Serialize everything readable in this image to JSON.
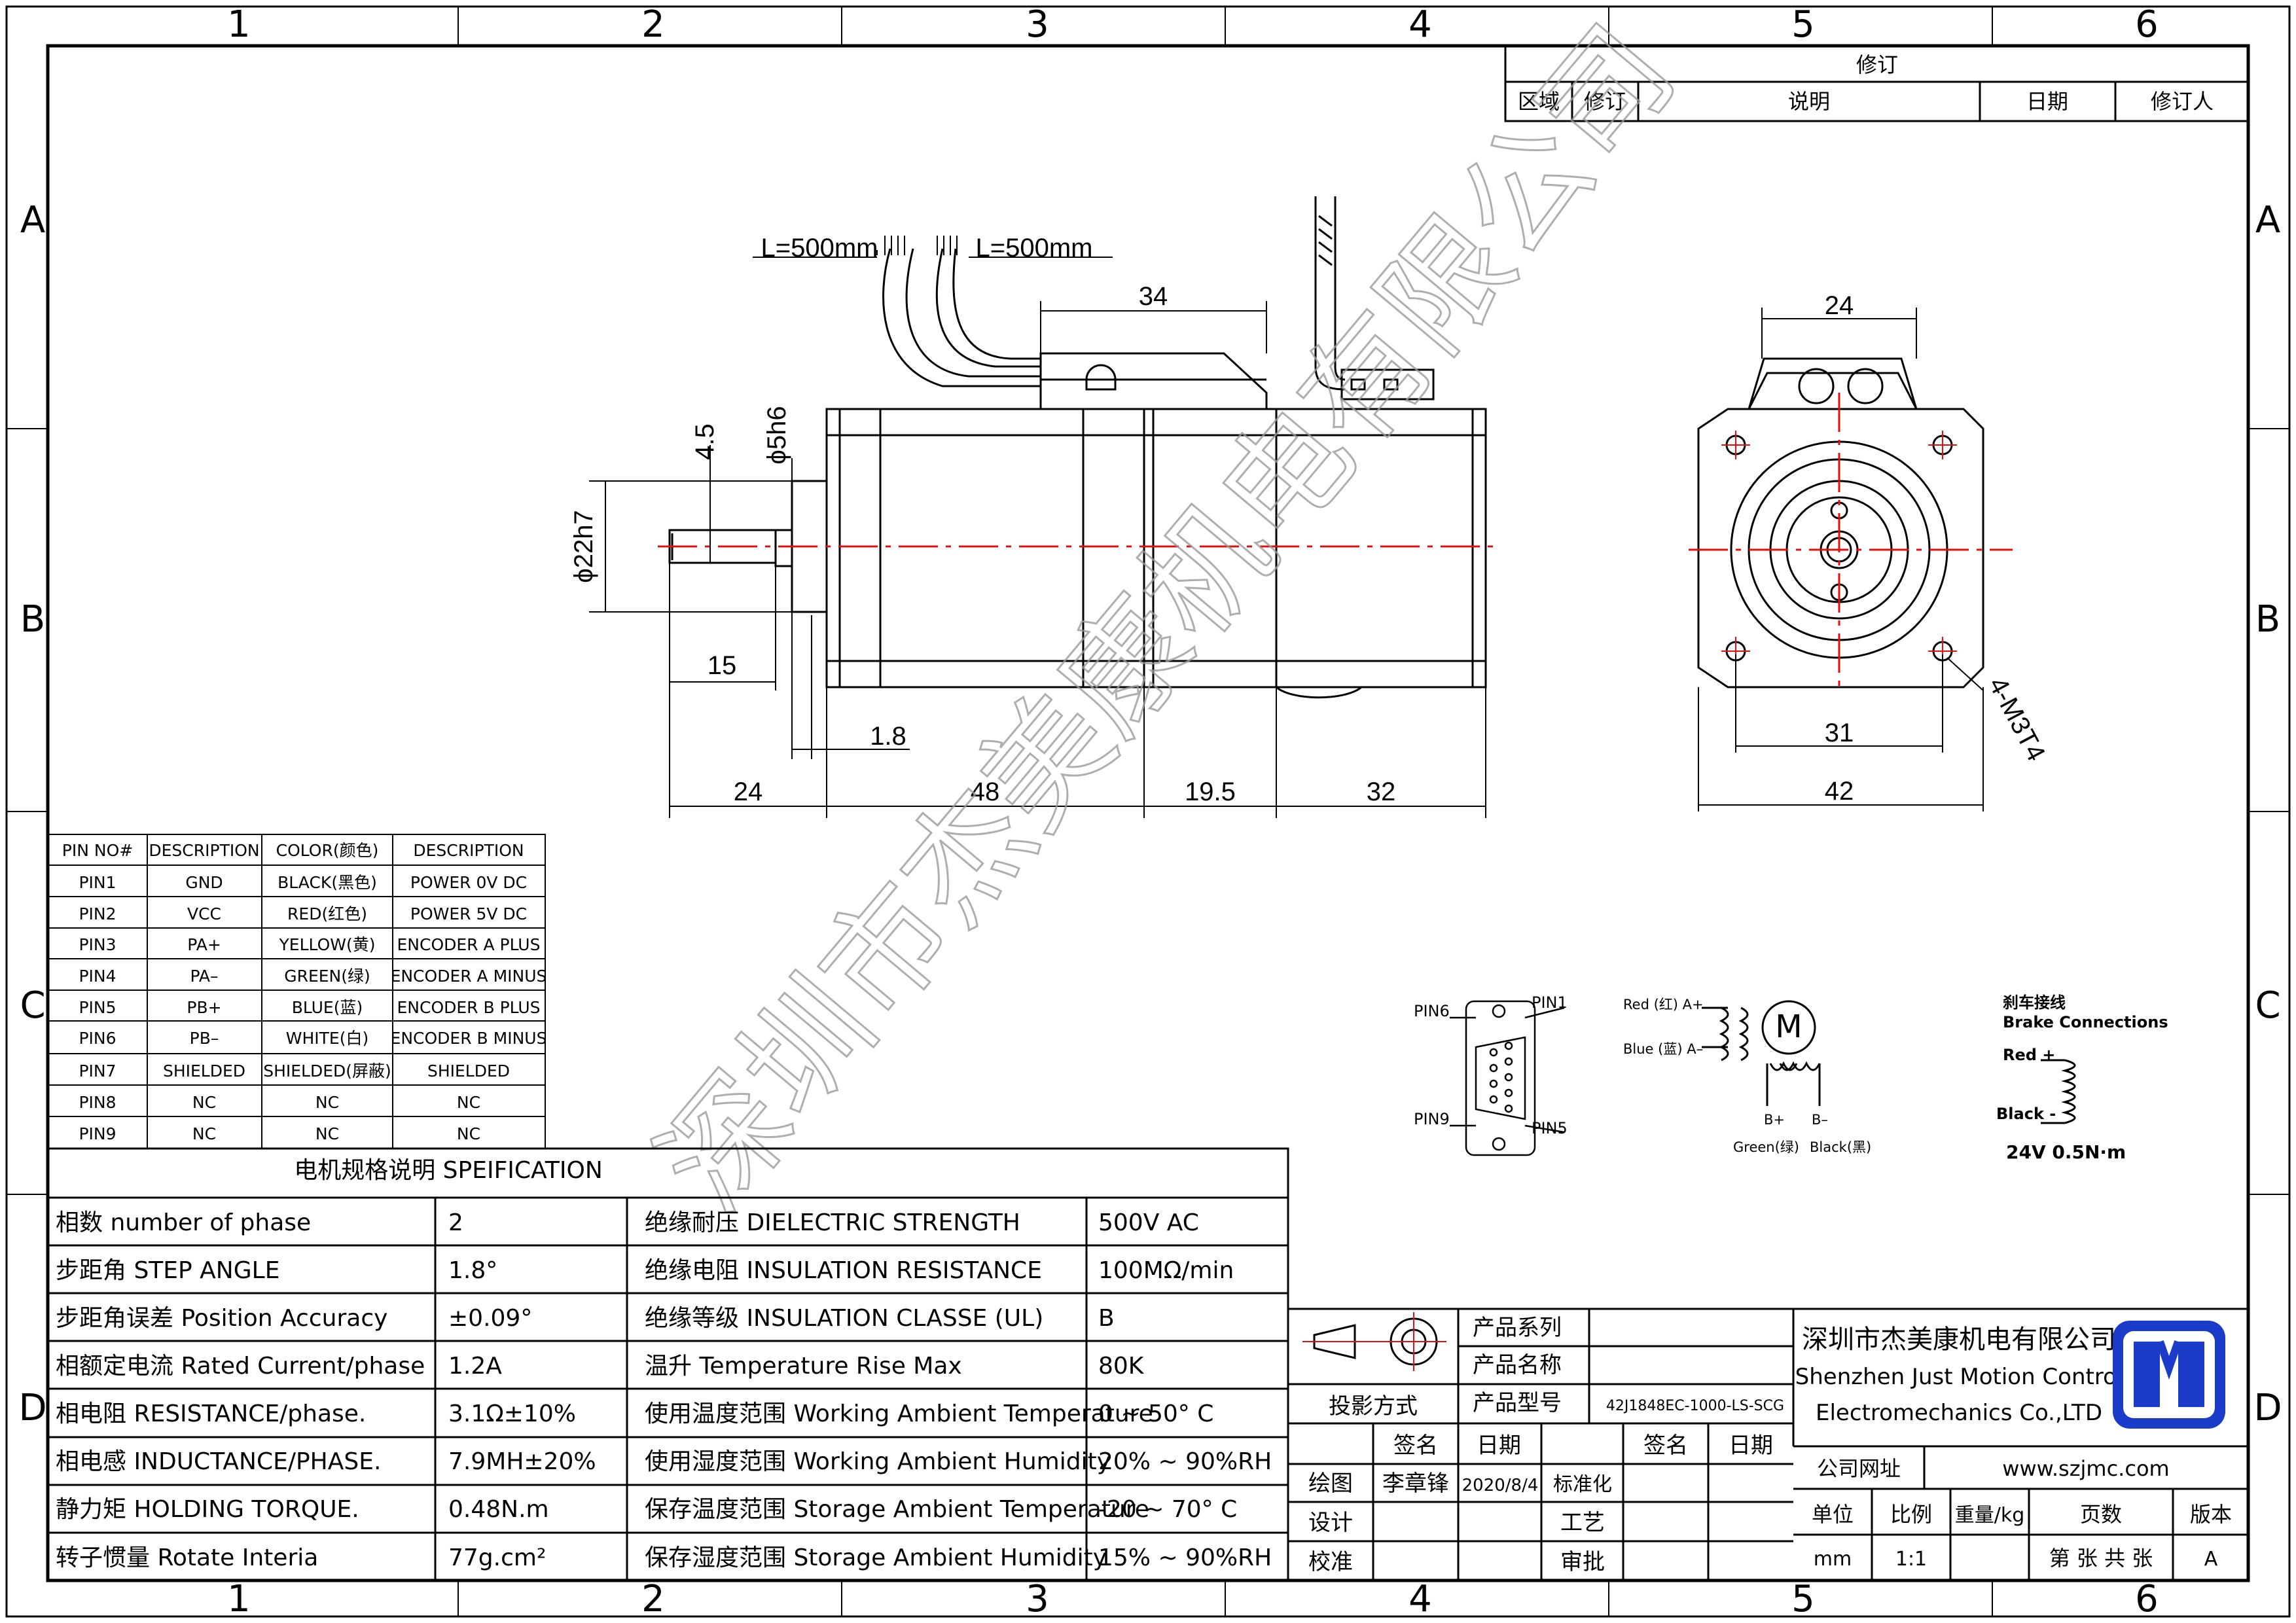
{
  "zones": {
    "cols": [
      "1",
      "2",
      "3",
      "4",
      "5",
      "6"
    ],
    "rows": [
      "A",
      "B",
      "C",
      "D"
    ]
  },
  "revision": {
    "title": "修订",
    "headers": [
      "区域",
      "修订",
      "说明",
      "日期",
      "修订人"
    ]
  },
  "side_view": {
    "lead_length_left": "L=500mm",
    "lead_length_right": "L=500mm",
    "dim_34": "34",
    "dim_4_5": "4.5",
    "dim_shaft_d": "ϕ5h6",
    "dim_pilot_d": "ϕ22h7",
    "dim_15": "15",
    "dim_1_8": "1.8",
    "dim_24": "24",
    "dim_48": "48",
    "dim_19_5": "19.5",
    "dim_32": "32"
  },
  "front_view": {
    "dim_24": "24",
    "dim_31": "31",
    "dim_42": "42",
    "hole_note": "4-M3T4"
  },
  "watermark": "深圳市杰美康机电有限公司",
  "pin_table": {
    "headers": [
      "PIN NO#",
      "DESCRIPTION",
      "COLOR(颜色)",
      "DESCRIPTION"
    ],
    "rows": [
      [
        "PIN1",
        "GND",
        "BLACK(黑色)",
        "POWER 0V DC"
      ],
      [
        "PIN2",
        "VCC",
        "RED(红色)",
        "POWER 5V DC"
      ],
      [
        "PIN3",
        "PA+",
        "YELLOW(黄)",
        "ENCODER A PLUS"
      ],
      [
        "PIN4",
        "PA–",
        "GREEN(绿)",
        "ENCODER A MINUS"
      ],
      [
        "PIN5",
        "PB+",
        "BLUE(蓝)",
        "ENCODER B PLUS"
      ],
      [
        "PIN6",
        "PB–",
        "WHITE(白)",
        "ENCODER B MINUS"
      ],
      [
        "PIN7",
        "SHIELDED",
        "SHIELDED(屏蔽)",
        "SHIELDED"
      ],
      [
        "PIN8",
        "NC",
        "NC",
        "NC"
      ],
      [
        "PIN9",
        "NC",
        "NC",
        "NC"
      ]
    ]
  },
  "connector": {
    "pin6": "PIN6",
    "pin1": "PIN1",
    "pin9": "PIN9",
    "pin5": "PIN5"
  },
  "motor_wiring": {
    "red": "Red (红) A+",
    "blue": "Blue (蓝) A–",
    "motor": "M",
    "b_plus": "B+",
    "b_minus": "B–",
    "green": "Green(绿)",
    "black": "Black(黑)"
  },
  "brake": {
    "title_cn": "刹车接线",
    "title_en": "Brake Connections",
    "red": "Red +",
    "black": "Black -",
    "rating": "24V  0.5N·m"
  },
  "spec": {
    "title": "电机规格说明 SPEIFICATION",
    "left": [
      {
        "label": "相数 number of phase",
        "value": "2"
      },
      {
        "label": "步距角 STEP ANGLE",
        "value": "1.8°"
      },
      {
        "label": "步距角误差 Position Accuracy",
        "value": "±0.09°"
      },
      {
        "label": "相额定电流 Rated Current/phase",
        "value": "1.2A"
      },
      {
        "label": "相电阻 RESISTANCE/phase.",
        "value": "3.1Ω±10%"
      },
      {
        "label": "相电感 INDUCTANCE/PHASE.",
        "value": "7.9MH±20%"
      },
      {
        "label": "静力矩 HOLDING TORQUE.",
        "value": "0.48N.m"
      },
      {
        "label": "转子惯量 Rotate Interia",
        "value": "77g.cm²"
      }
    ],
    "right": [
      {
        "label": "绝缘耐压 DIELECTRIC STRENGTH",
        "value": "500V AC"
      },
      {
        "label": "绝缘电阻 INSULATION RESISTANCE",
        "value": "100MΩ/min"
      },
      {
        "label": "绝缘等级 INSULATION CLASSE (UL)",
        "value": "B"
      },
      {
        "label": "温升 Temperature Rise Max",
        "value": "80K"
      },
      {
        "label": "使用温度范围 Working Ambient Temperature",
        "value": "0 ~ 50° C"
      },
      {
        "label": "使用湿度范围 Working Ambient Humidity",
        "value": "20% ~ 90%RH"
      },
      {
        "label": "保存温度范围 Storage Ambient Temperature",
        "value": "-20 ~ 70° C"
      },
      {
        "label": "保存湿度范围 Storage Ambient Humidity",
        "value": "15% ~ 90%RH"
      }
    ]
  },
  "title_block": {
    "series_label": "产品系列",
    "name_label": "产品名称",
    "model_label": "产品型号",
    "model_value": "42J1848EC-1000-LS-SCG",
    "projection": "投影方式",
    "sign": "签名",
    "date": "日期",
    "sign2": "签名",
    "date2": "日期",
    "draw": "绘图",
    "drawer": "李章锋",
    "draw_date": "2020/8/4",
    "standard": "标准化",
    "design": "设计",
    "process": "工艺",
    "check": "校准",
    "approve": "审批",
    "company_cn": "深圳市杰美康机电有限公司",
    "company_en1": "Shenzhen Just Motion Control",
    "company_en2": "Electromechanics Co.,LTD",
    "website_label": "公司网址",
    "website": "www.szjmc.com",
    "unit_label": "单位",
    "scale_label": "比例",
    "weight_label": "重量/kg",
    "pages_label": "页数",
    "version_label": "版本",
    "unit": "mm",
    "scale": "1:1",
    "pages": "第 张 共 张",
    "version": "A"
  },
  "colors": {
    "line": "#000000",
    "centerline": "#e01010",
    "logo": "#1a3cc8",
    "watermark": "#9a9a9a"
  }
}
